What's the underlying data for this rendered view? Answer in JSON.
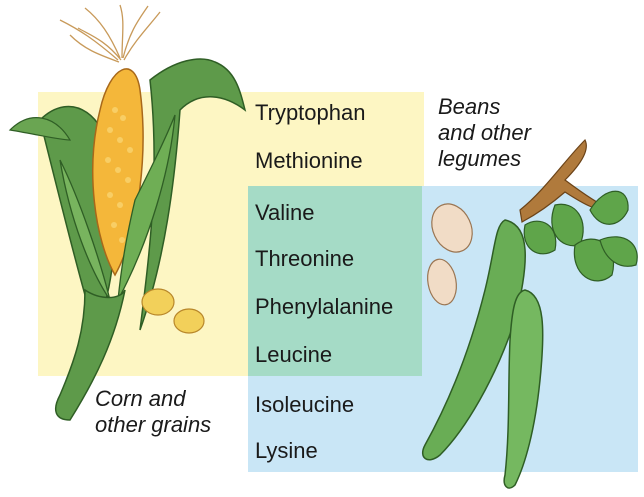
{
  "amino_acids": [
    {
      "name": "Tryptophan",
      "group": "grains"
    },
    {
      "name": "Methionine",
      "group": "grains"
    },
    {
      "name": "Valine",
      "group": "both"
    },
    {
      "name": "Threonine",
      "group": "both"
    },
    {
      "name": "Phenylalanine",
      "group": "both"
    },
    {
      "name": "Leucine",
      "group": "both"
    },
    {
      "name": "Isoleucine",
      "group": "legumes"
    },
    {
      "name": "Lysine",
      "group": "legumes"
    }
  ],
  "captions": {
    "grains": {
      "line1": "Corn and",
      "line2": "other grains"
    },
    "legumes": {
      "line1": "Beans",
      "line2": "and other",
      "line3": "legumes"
    }
  },
  "colors": {
    "grains_region": "#fdf6c3",
    "shared_region": "#a5dbc6",
    "legumes_region": "#c9e6f6"
  },
  "illustrations": {
    "corn": "corn-illustration",
    "beans": "bean-pods-illustration"
  }
}
